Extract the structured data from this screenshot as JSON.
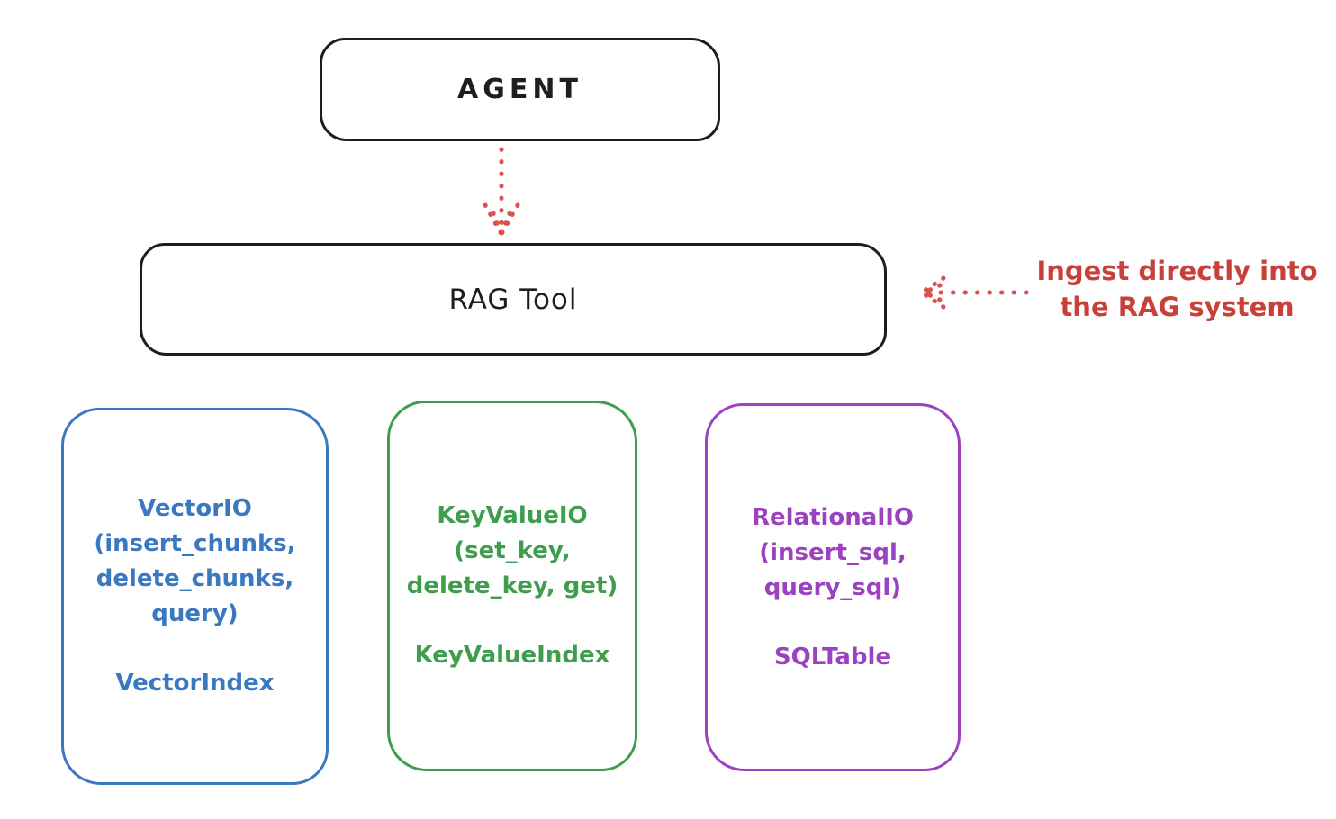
{
  "colors": {
    "stroke_black": "#1e1e1e",
    "arrow_red": "#d9534f",
    "annotation_red": "#c7403a",
    "vector_blue": "#3b78c2",
    "keyvalue_green": "#3f9e4d",
    "relational_purple": "#9c42c0",
    "background": "#ffffff"
  },
  "agent_box": {
    "label": "AGENT"
  },
  "rag_tool_box": {
    "label": "RAG Tool"
  },
  "ingest_annotation": {
    "line1": "Ingest directly into",
    "line2": "the RAG system"
  },
  "arrows": {
    "agent_to_rag": "dotted-red-down-arrow",
    "annotation_to_rag": "dotted-red-left-arrow"
  },
  "storage_boxes": {
    "vector": {
      "title": "VectorIO",
      "methods": [
        "(insert_chunks,",
        "delete_chunks,",
        "query)"
      ],
      "index": "VectorIndex"
    },
    "keyvalue": {
      "title": "KeyValueIO",
      "methods": [
        "(set_key,",
        "delete_key, get)"
      ],
      "index": "KeyValueIndex"
    },
    "relational": {
      "title": "RelationalIO",
      "methods": [
        "(insert_sql,",
        "query_sql)"
      ],
      "index": "SQLTable"
    }
  }
}
